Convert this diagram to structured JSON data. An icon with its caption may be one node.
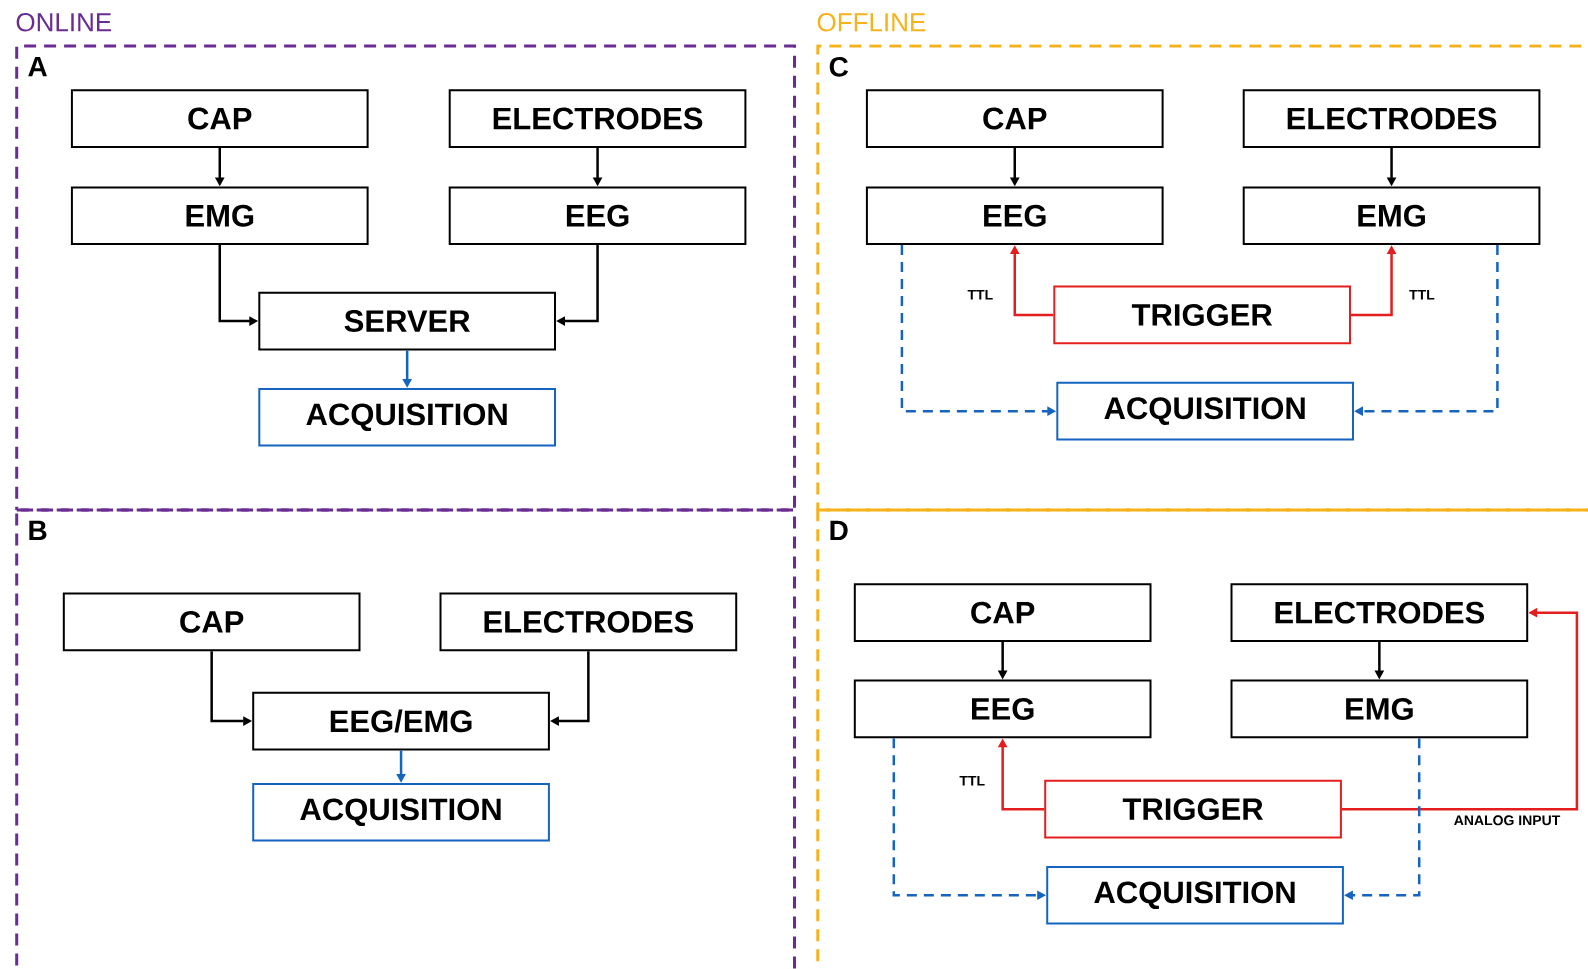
{
  "diagram": {
    "nodes": [
      {
        "text": [
          "A"
        ]
      },
      {
        "text": [
          "CAP"
        ],
        "in": 0
      },
      {
        "text": [
          "ELECTRODES"
        ],
        "in": 0
      },
      {
        "text": [
          "EMG"
        ],
        "in": 0
      },
      {
        "text": [
          "EEG"
        ],
        "in": 0
      },
      {
        "text": [
          "SERVER"
        ],
        "in": 0
      },
      {
        "text": [
          "ACQUISITION"
        ],
        "in": 0
      },
      {
        "text": [
          "B"
        ]
      },
      {
        "text": [
          "CAP"
        ],
        "in": 7
      },
      {
        "text": [
          "ELECTRODES"
        ],
        "in": 7
      },
      {
        "text": [
          "EEG/EMG"
        ],
        "in": 7
      },
      {
        "text": [
          "ACQUISITION"
        ],
        "in": 7
      },
      {
        "text": [
          "C"
        ]
      },
      {
        "text": [
          "CAP"
        ],
        "in": 12
      },
      {
        "text": [
          "ELECTRODES"
        ],
        "in": 12
      },
      {
        "text": [
          "EEG"
        ],
        "in": 12
      },
      {
        "text": [
          "EMG"
        ],
        "in": 12
      },
      {
        "text": [
          "TRIGGER"
        ],
        "in": 12
      },
      {
        "text": [
          "ACQUISITION"
        ],
        "in": 12
      },
      {
        "text": [
          "D"
        ]
      },
      {
        "text": [
          "CAP"
        ],
        "in": 19
      },
      {
        "text": [
          "ELECTRODES"
        ],
        "in": 19
      },
      {
        "text": [
          "EEG"
        ],
        "in": 19
      },
      {
        "text": [
          "EMG"
        ],
        "in": 19
      },
      {
        "text": [
          "TRIGGER"
        ],
        "in": 19
      },
      {
        "text": [
          "ACQUISITION"
        ],
        "in": 19
      }
    ],
    "edges": [
      {
        "from": 1,
        "to": 3,
        "arrow": "to"
      },
      {
        "from": 2,
        "to": 4,
        "arrow": "to"
      },
      {
        "from": 3,
        "to": 5,
        "arrow": "to"
      },
      {
        "from": 4,
        "to": 5,
        "arrow": "to"
      },
      {
        "from": 5,
        "to": 6,
        "arrow": "to",
        "color": "#1565c0"
      },
      {
        "from": 8,
        "to": 10,
        "arrow": "to"
      },
      {
        "from": 9,
        "to": 10,
        "arrow": "to"
      },
      {
        "from": 10,
        "to": 11,
        "arrow": "to",
        "color": "#1565c0"
      },
      {
        "from": 13,
        "to": 15,
        "arrow": "to"
      },
      {
        "from": 14,
        "to": 16,
        "arrow": "to"
      },
      {
        "from": 17,
        "to": 15,
        "arrow": "to",
        "label": "TTL",
        "color": "#e41e1e"
      },
      {
        "from": 17,
        "to": 16,
        "arrow": "to",
        "label": "TTL",
        "color": "#e41e1e"
      },
      {
        "from": 15,
        "to": 18,
        "arrow": "to",
        "style": "dashed",
        "color": "#1565c0"
      },
      {
        "from": 16,
        "to": 18,
        "arrow": "to",
        "style": "dashed",
        "color": "#1565c0"
      },
      {
        "from": 20,
        "to": 22,
        "arrow": "to"
      },
      {
        "from": 21,
        "to": 23,
        "arrow": "to"
      },
      {
        "from": 24,
        "to": 22,
        "arrow": "to",
        "label": "TTL",
        "color": "#e41e1e"
      },
      {
        "from": 24,
        "to": 21,
        "arrow": "to",
        "label": "ANALOG INPUT",
        "color": "#e41e1e"
      },
      {
        "from": 22,
        "to": 25,
        "arrow": "to",
        "style": "dashed",
        "color": "#1565c0"
      },
      {
        "from": 23,
        "to": 25,
        "arrow": "to",
        "style": "dashed",
        "color": "#1565c0"
      }
    ],
    "labels": [
      "ONLINE",
      "OFFLINE"
    ]
  }
}
